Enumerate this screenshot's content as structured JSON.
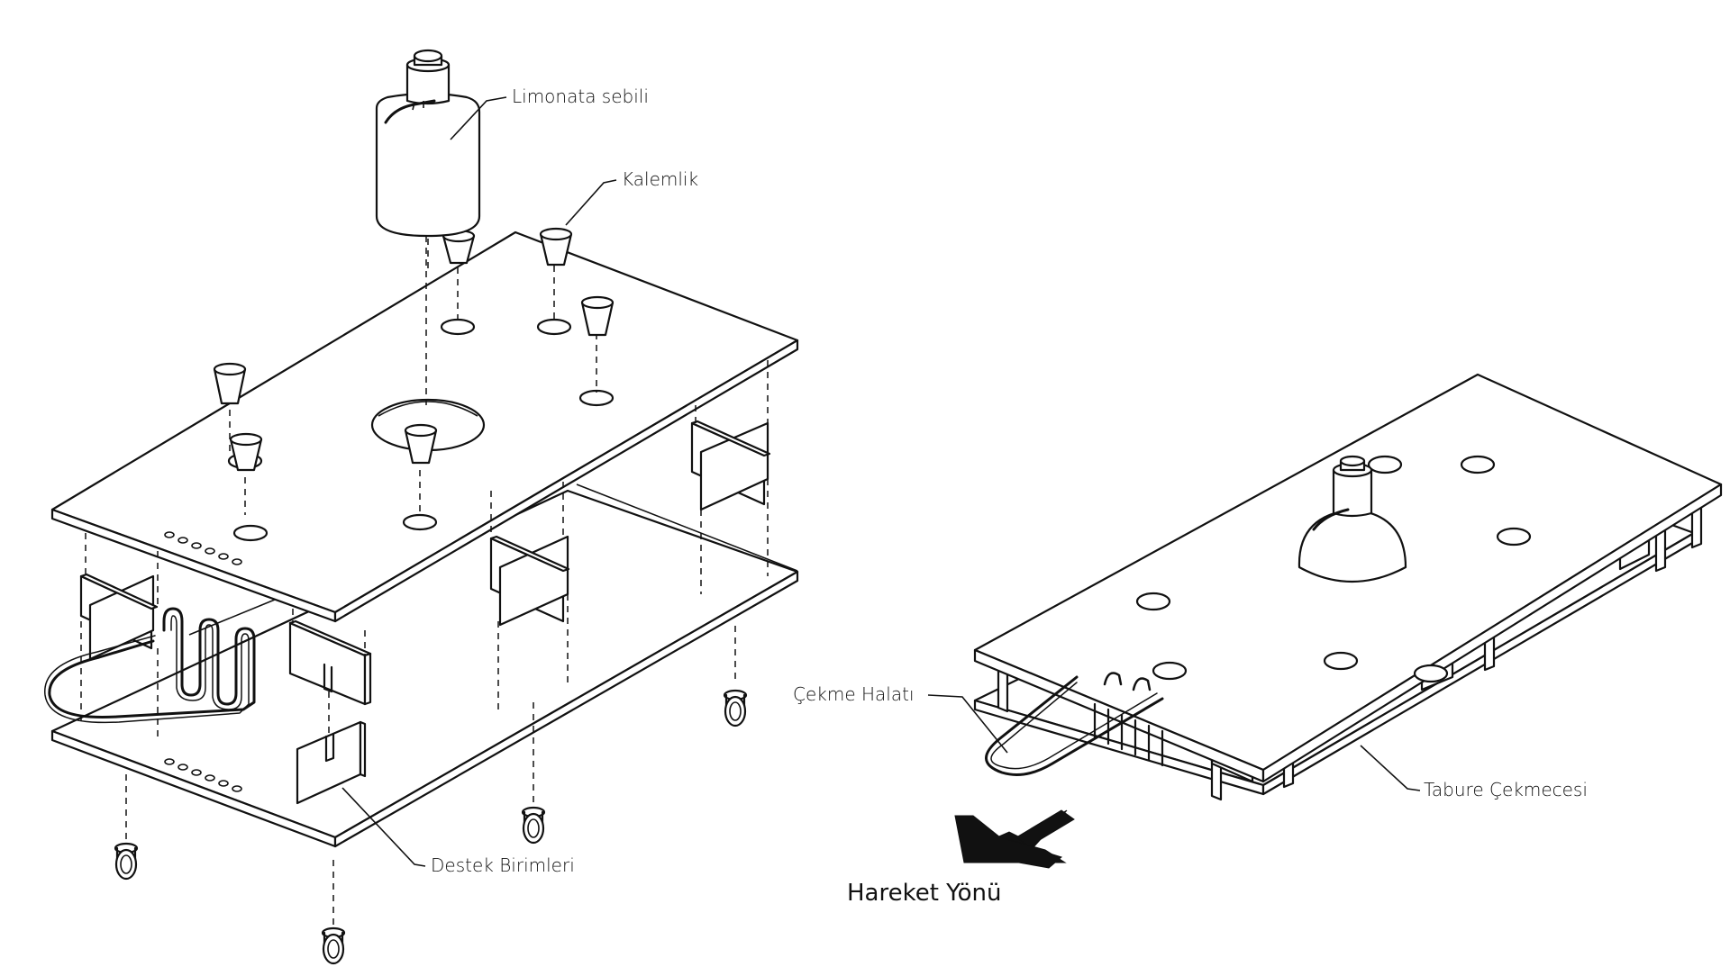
{
  "labels": {
    "lemonade_dispenser": "Limonata sebili",
    "pen_holder": "Kalemlik",
    "support_units": "Destek Birimleri",
    "pull_rope": "Çekme Halatı",
    "stool_drawer": "Tabure Çekmecesi",
    "movement_direction": "Hareket Yönü"
  },
  "colors": {
    "line": "#111111",
    "background": "#ffffff"
  }
}
